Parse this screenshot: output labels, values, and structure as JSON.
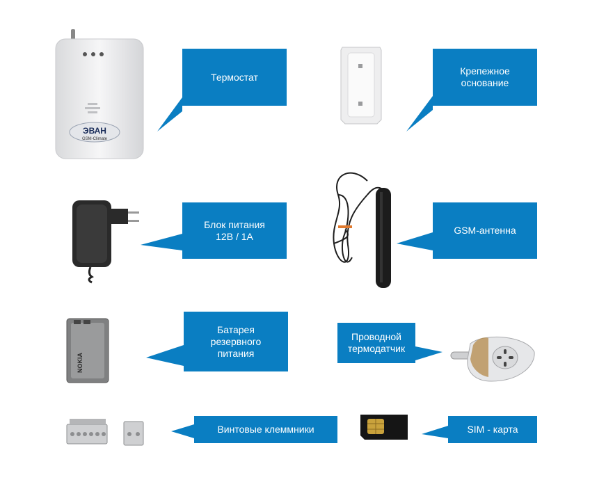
{
  "items": [
    {
      "id": "thermostat",
      "label": "Термостат",
      "logo_text": "ЭВАН",
      "logo_sub": "GSM-Climate"
    },
    {
      "id": "mount",
      "label": "Крепежное\nоснование"
    },
    {
      "id": "power",
      "label": "Блок питания\n12В / 1А"
    },
    {
      "id": "antenna",
      "label": "GSM-антенна"
    },
    {
      "id": "battery",
      "label": "Батарея\nрезервного\nпитания",
      "brand_text": "NOKIA"
    },
    {
      "id": "sensor",
      "label": "Проводной\nтермодатчик"
    },
    {
      "id": "terminals",
      "label": "Винтовые клеммники"
    },
    {
      "id": "sim",
      "label": "SIM - карта"
    }
  ],
  "colors": {
    "callout": "#0a7ec2",
    "device": "#e9eaec",
    "dark": "#222222"
  }
}
